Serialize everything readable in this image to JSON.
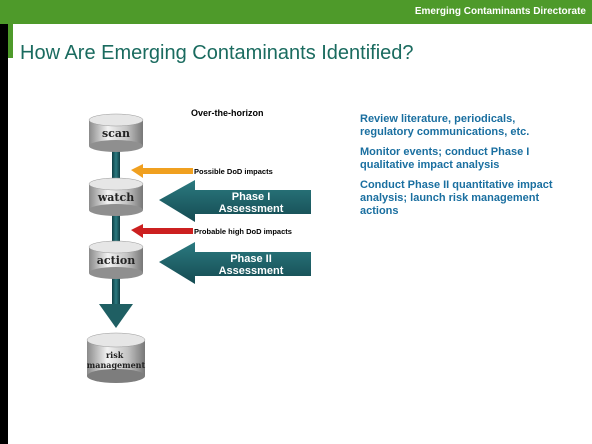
{
  "header": {
    "org": "Emerging Contaminants Directorate"
  },
  "slide": {
    "title": "How Are Emerging Contaminants Identified?"
  },
  "diagram": {
    "top_label": "Over-the-horizon",
    "stages": [
      "scan",
      "watch",
      "action",
      "risk management"
    ],
    "impacts": [
      "Possible DoD impacts",
      "Probable high DoD impacts"
    ],
    "phases": [
      {
        "line1": "Phase I",
        "line2": "Assessment"
      },
      {
        "line1": "Phase II",
        "line2": "Assessment"
      }
    ]
  },
  "steps": [
    "Review literature, periodicals, regulatory communications, etc.",
    "Monitor events; conduct Phase I qualitative impact analysis",
    "Conduct Phase II quantitative impact analysis; launch risk management actions"
  ],
  "colors": {
    "green": "#4e9a2a",
    "teal": "#1f5f63",
    "blue_text": "#1a6fa0",
    "arrow_orange": "#f0a020",
    "arrow_red": "#cc2020"
  }
}
